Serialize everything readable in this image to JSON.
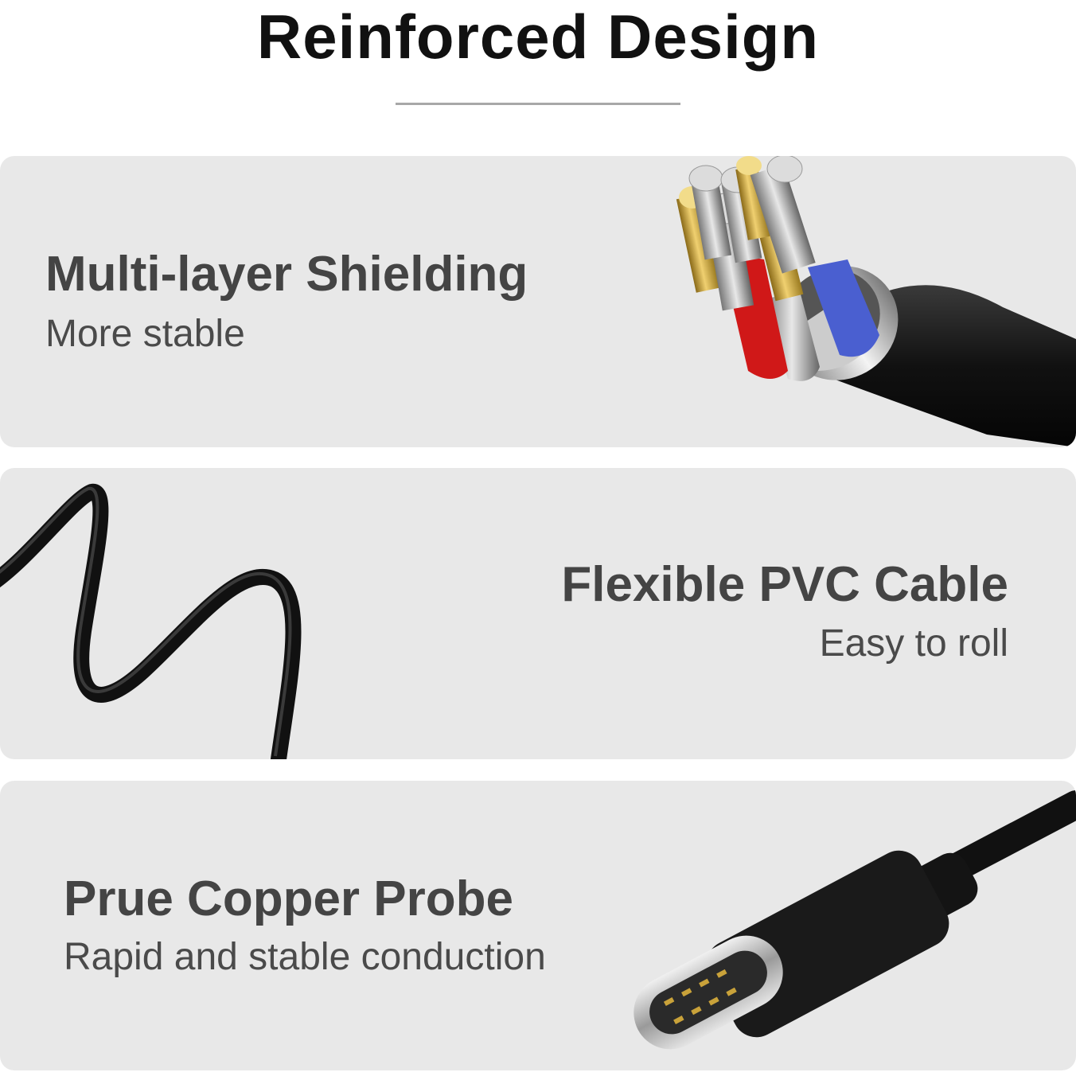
{
  "title": "Reinforced Design",
  "features": [
    {
      "heading": "Multi-layer Shielding",
      "subtitle": "More stable"
    },
    {
      "heading": "Flexible PVC Cable",
      "subtitle": "Easy to roll"
    },
    {
      "heading": "Prue Copper Probe",
      "subtitle": "Rapid and stable conduction"
    }
  ],
  "colors": {
    "panel": "#e8e8e8",
    "heading": "#444444",
    "cable": "#111111",
    "copper": "#c9a23a",
    "wire_red": "#d01818",
    "wire_blue": "#4a5fd0"
  },
  "images": [
    "cable-cross-section",
    "coiled-cable",
    "usb-c-connector"
  ]
}
